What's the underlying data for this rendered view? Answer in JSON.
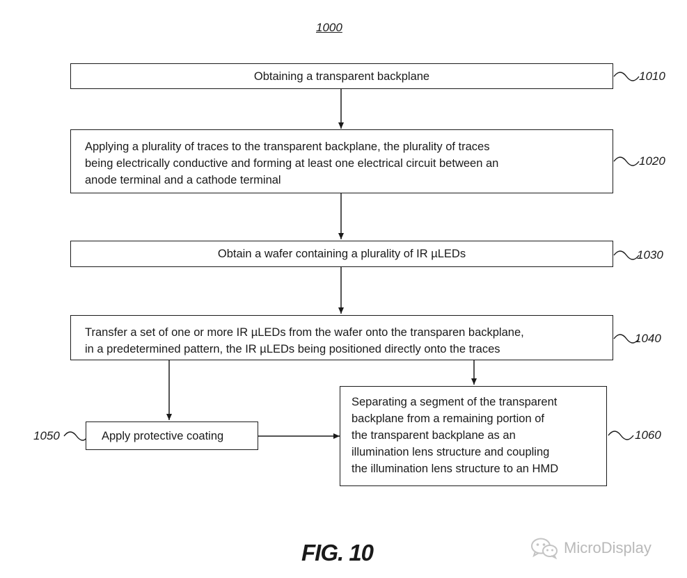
{
  "figure": {
    "number": "1000",
    "caption": "FIG. 10"
  },
  "steps": [
    {
      "ref": "1010",
      "text": "Obtaining a transparent backplane"
    },
    {
      "ref": "1020",
      "lines": [
        "Applying a plurality of traces to the transparent backplane, the plurality of traces",
        "being electrically conductive and forming at least one electrical circuit between an",
        "anode terminal and a cathode terminal"
      ]
    },
    {
      "ref": "1030",
      "text": "Obtain a wafer containing a plurality of IR µLEDs"
    },
    {
      "ref": "1040",
      "lines": [
        "Transfer a set of one or more IR µLEDs from the wafer onto the transparen backplane,",
        "in a predetermined pattern, the  IR µLEDs being positioned directly onto the traces"
      ]
    },
    {
      "ref": "1050",
      "text": "Apply protective coating"
    },
    {
      "ref": "1060",
      "lines": [
        "Separating a segment of the transparent",
        "backplane from a remaining portion of",
        "the transparent backplane as an",
        "illumination lens structure and coupling",
        "the illumination lens structure to an HMD"
      ]
    }
  ],
  "watermark": {
    "text": "MicroDisplay",
    "icon": "wechat-icon"
  }
}
